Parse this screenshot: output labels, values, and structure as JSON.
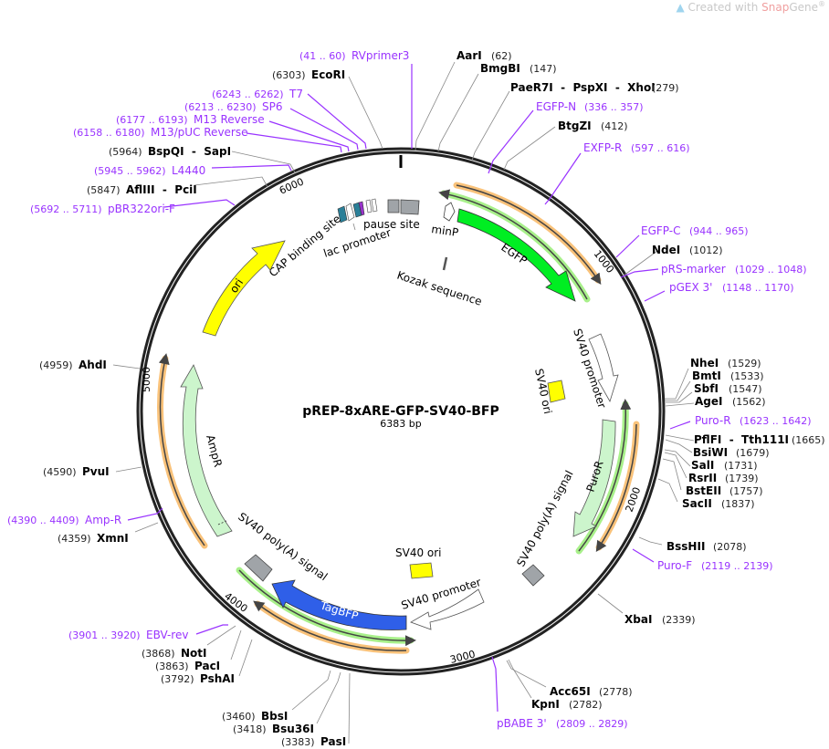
{
  "watermark": {
    "prefix": "Created with ",
    "brand_a": "Snap",
    "brand_b": "Gene",
    "reg": "®"
  },
  "plasmid": {
    "name": "pREP-8xARE-GFP-SV40-BFP",
    "length_label": "6383 bp",
    "length": 6383
  },
  "ticks": [
    "1000",
    "2000",
    "3000",
    "4000",
    "5000",
    "6000"
  ],
  "colors": {
    "primer": "#9933ff",
    "egfp": "#00ee22",
    "tagbfp": "#2f5fe8",
    "ori": "#ffff00",
    "ampr": "#ccf5cc",
    "puror": "#ccf5cc",
    "orf_orange": "#f9c27a",
    "orf_green": "#a8f08a",
    "grey_feature": "#a0a4a8",
    "cap": "#2a7f98",
    "lac_purple": "#9933cc"
  },
  "enzymes": [
    {
      "name": "AarI",
      "pos": "(62)"
    },
    {
      "name": "BmgBI",
      "pos": "(147)"
    },
    {
      "name": "PaeR7I  -  PspXI  -  XhoI",
      "pos": "(279)"
    },
    {
      "name": "BtgZI",
      "pos": "(412)"
    },
    {
      "name": "NdeI",
      "pos": "(1012)"
    },
    {
      "name": "NheI",
      "pos": "(1529)"
    },
    {
      "name": "BmtI",
      "pos": "(1533)"
    },
    {
      "name": "SbfI",
      "pos": "(1547)"
    },
    {
      "name": "AgeI",
      "pos": "(1562)"
    },
    {
      "name": "PflFI  -  Tth111I",
      "pos": "(1665)"
    },
    {
      "name": "BsiWI",
      "pos": "(1679)"
    },
    {
      "name": "SalI",
      "pos": "(1731)"
    },
    {
      "name": "RsrII",
      "pos": "(1739)"
    },
    {
      "name": "BstEII",
      "pos": "(1757)"
    },
    {
      "name": "SacII",
      "pos": "(1837)"
    },
    {
      "name": "BssHII",
      "pos": "(2078)"
    },
    {
      "name": "XbaI",
      "pos": "(2339)"
    },
    {
      "name": "Acc65I",
      "pos": "(2778)"
    },
    {
      "name": "KpnI",
      "pos": "(2782)"
    },
    {
      "name": "PasI",
      "pos": "(3383)"
    },
    {
      "name": "Bsu36I",
      "pos": "(3418)"
    },
    {
      "name": "BbsI",
      "pos": "(3460)"
    },
    {
      "name": "PshAI",
      "pos": "(3792)"
    },
    {
      "name": "PacI",
      "pos": "(3863)"
    },
    {
      "name": "NotI",
      "pos": "(3868)"
    },
    {
      "name": "XmnI",
      "pos": "(4359)"
    },
    {
      "name": "PvuI",
      "pos": "(4590)"
    },
    {
      "name": "AhdI",
      "pos": "(4959)"
    },
    {
      "name": "AflIII  -  PciI",
      "pos": "(5847)"
    },
    {
      "name": "BspQI  -  SapI",
      "pos": "(5964)"
    },
    {
      "name": "EcoRI",
      "pos": "(6303)"
    }
  ],
  "primers": [
    {
      "name": "RVprimer3",
      "range": "(41 .. 60)"
    },
    {
      "name": "EGFP-N",
      "range": "(336 .. 357)"
    },
    {
      "name": "EXFP-R",
      "range": "(597 .. 616)"
    },
    {
      "name": "EGFP-C",
      "range": "(944 .. 965)"
    },
    {
      "name": "pRS-marker",
      "range": "(1029 .. 1048)"
    },
    {
      "name": "pGEX 3'",
      "range": "(1148 .. 1170)"
    },
    {
      "name": "Puro-R",
      "range": "(1623 .. 1642)"
    },
    {
      "name": "Puro-F",
      "range": "(2119 .. 2139)"
    },
    {
      "name": "pBABE 3'",
      "range": "(2809 .. 2829)"
    },
    {
      "name": "EBV-rev",
      "range": "(3901 .. 3920)"
    },
    {
      "name": "Amp-R",
      "range": "(4390 .. 4409)"
    },
    {
      "name": "pBR322ori-F",
      "range": "(5692 .. 5711)"
    },
    {
      "name": "L4440",
      "range": "(5945 .. 5962)"
    },
    {
      "name": "M13/pUC Reverse",
      "range": "(6158 .. 6180)"
    },
    {
      "name": "M13 Reverse",
      "range": "(6177 .. 6193)"
    },
    {
      "name": "SP6",
      "range": "(6213 .. 6230)"
    },
    {
      "name": "T7",
      "range": "(6243 .. 6262)"
    }
  ],
  "features": {
    "egfp": "EGFP",
    "minp": "minP",
    "kozak": "Kozak sequence",
    "pause_site": "pause site",
    "lac_promoter": "lac promoter",
    "cap_site": "CAP binding site",
    "ori": "ori",
    "ampr": "AmpR",
    "sv40_promoter_1": "SV40 promoter",
    "sv40_ori_1": "SV40 ori",
    "puror": "PuroR",
    "sv40_polya_1": "SV40 poly(A) signal",
    "sv40_promoter_2": "SV40 promoter",
    "sv40_ori_2": "SV40 ori",
    "tagbfp": "TagBFP",
    "sv40_polya_2": "SV40 poly(A) signal"
  }
}
